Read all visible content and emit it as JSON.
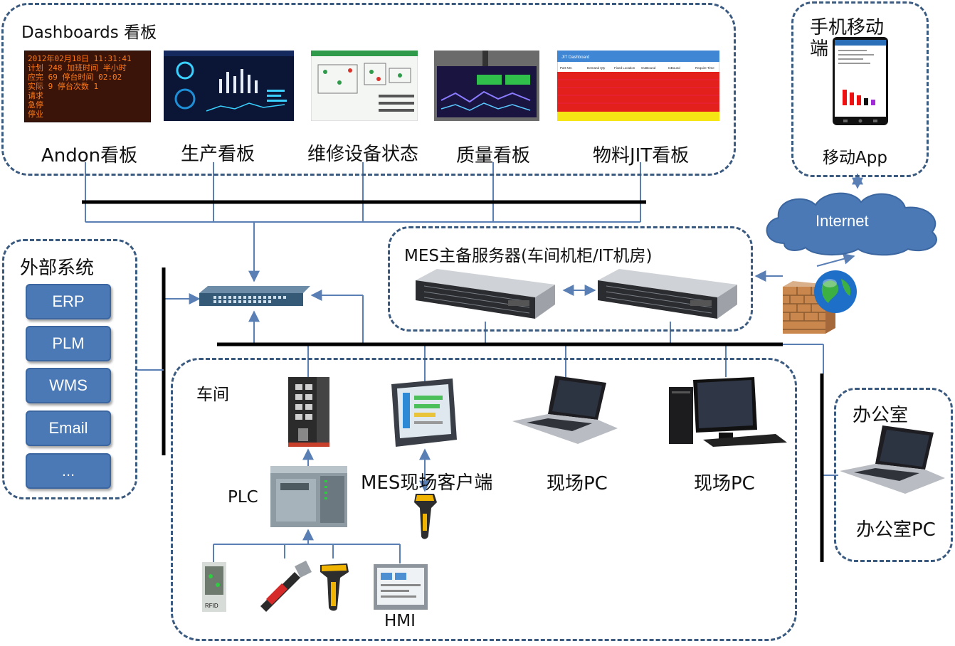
{
  "groups": {
    "dashboards": "Dashboards 看板",
    "mobile": "手机移动端",
    "external": "外部系统",
    "servers": "MES主备服务器(车间机柜/IT机房)",
    "workshop": "车间",
    "office": "办公室"
  },
  "dashboards": [
    {
      "label": "Andon看板"
    },
    {
      "label": "生产看板"
    },
    {
      "label": "维修设备状态"
    },
    {
      "label": "质量看板"
    },
    {
      "label": "物料JIT看板"
    }
  ],
  "andon_screen": {
    "lines": [
      "2012年02月18日    11:31:41",
      "计划 248    加班时间  半小时",
      "应完 69     停台时间  02:02",
      "实际 9      停台次数  1",
      "请求",
      "急停",
      "停业"
    ]
  },
  "jit_table": {
    "title": "JIT Dashboard",
    "headers": [
      "Part NO.",
      "Demand Qty",
      "Fixed Location",
      "OutBound",
      "InBound",
      "Require Time"
    ]
  },
  "mobile_app": {
    "label": "移动App"
  },
  "internet": {
    "label": "Internet"
  },
  "external_systems": [
    "ERP",
    "PLM",
    "WMS",
    "Email",
    "..."
  ],
  "devices": {
    "plc": "PLC",
    "mes_client": "MES现场客户端",
    "field_pc_1": "现场PC",
    "field_pc_2": "现场PC",
    "hmi": "HMI",
    "rfid": "RFID",
    "office_pc": "办公室PC"
  },
  "colors": {
    "group_border": "#3a5a80",
    "system_button": "#4a79b5",
    "connector": "#5a7fb5",
    "bus": "#000000",
    "cloud": "#4a79b5"
  }
}
